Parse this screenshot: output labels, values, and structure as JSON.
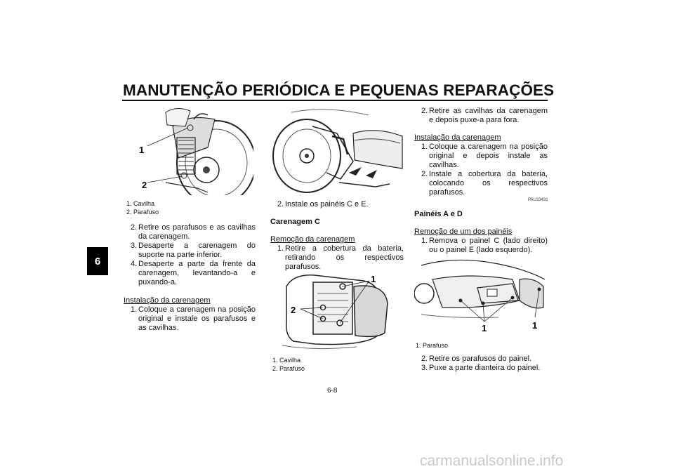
{
  "page": {
    "title": "MANUTENÇÃO PERIÓDICA E PEQUENAS REPARAÇÕES",
    "chapter_tab": "6",
    "page_number": "6-8",
    "watermark": "carmanualsonline.info"
  },
  "fig1": {
    "callout_1": "1",
    "callout_2": "2",
    "captions": [
      "1. Cavilha",
      "2. Parafuso"
    ]
  },
  "col1": {
    "steps_a": [
      {
        "n": "2.",
        "text": "Retire os parafusos e as cavilhas da carenagem."
      },
      {
        "n": "3.",
        "text": "Desaperte a carenagem do suporte na parte inferior."
      },
      {
        "n": "4.",
        "text": "Desaperte a parte da frente da carenagem, levantando-a e puxando-a."
      }
    ],
    "install_heading": "Instalação da carenagem",
    "steps_b": [
      {
        "n": "1.",
        "text": "Coloque a carenagem na posição original e instale os parafusos e as cavilhas."
      }
    ]
  },
  "col2": {
    "step_top": {
      "n": "2.",
      "text": "Instale os painéis C e E."
    },
    "section_title": "Carenagem C",
    "removal_heading": "Remoção da carenagem",
    "steps": [
      {
        "n": "1.",
        "text": "Retire a cobertura da bateria, retirando os respectivos parafusos."
      }
    ]
  },
  "fig3": {
    "callout_1": "1",
    "callout_2": "2",
    "captions": [
      "1. Cavilha",
      "2. Parafuso"
    ]
  },
  "col3": {
    "steps_a": [
      {
        "n": "2.",
        "text": "Retire as cavilhas da carenagem e depois puxe-a para fora."
      }
    ],
    "install_heading": "Instalação da carenagem",
    "steps_b": [
      {
        "n": "1.",
        "text": "Coloque a carenagem na posição original e depois instale as cavilhas."
      },
      {
        "n": "2.",
        "text": "Instale a cobertura da bateria, colocando os respectivos parafusos."
      }
    ],
    "code": "PAU33431",
    "section_title": "Painéis A e D",
    "removal_heading": "Remoção de um dos painéis",
    "steps_c": [
      {
        "n": "1.",
        "text": "Remova o painel C (lado direito) ou o painel E (lado esquerdo)."
      }
    ],
    "steps_d": [
      {
        "n": "2.",
        "text": "Retire os parafusos do painel."
      },
      {
        "n": "3.",
        "text": "Puxe a parte dianteira do painel."
      }
    ]
  },
  "fig4": {
    "callout_1a": "1",
    "callout_1b": "1",
    "captions": [
      "1. Parafuso"
    ]
  }
}
